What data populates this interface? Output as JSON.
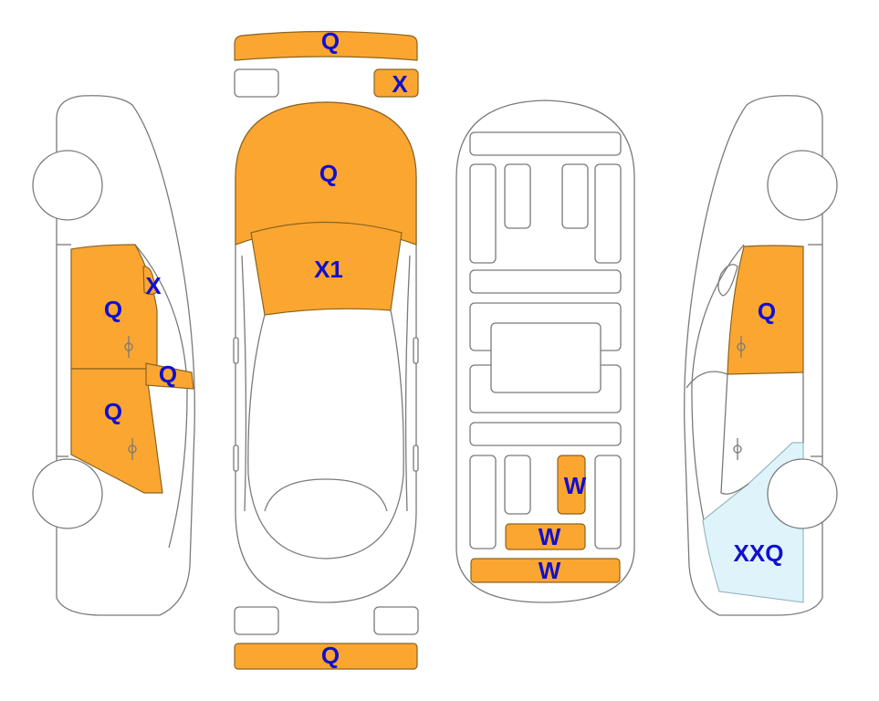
{
  "colors": {
    "damage_orange": "#FBA631",
    "damage_light_blue": "#DFF4FA",
    "label_blue": "#1010CC",
    "outline_gray": "#7a7a7a"
  },
  "labels": {
    "front_bumper": "Q",
    "right_headlight": "X",
    "hood": "Q",
    "windshield": "X1",
    "left_front_door": "Q",
    "left_mirror_x": "X",
    "left_mirror_q": "Q",
    "left_rear_door": "Q",
    "floor_center": "W",
    "floor_rear_crossmember": "W",
    "floor_rear_panel": "W",
    "right_front_door": "Q",
    "right_rear_quarter": "XXQ",
    "rear_bumper": "Q"
  }
}
